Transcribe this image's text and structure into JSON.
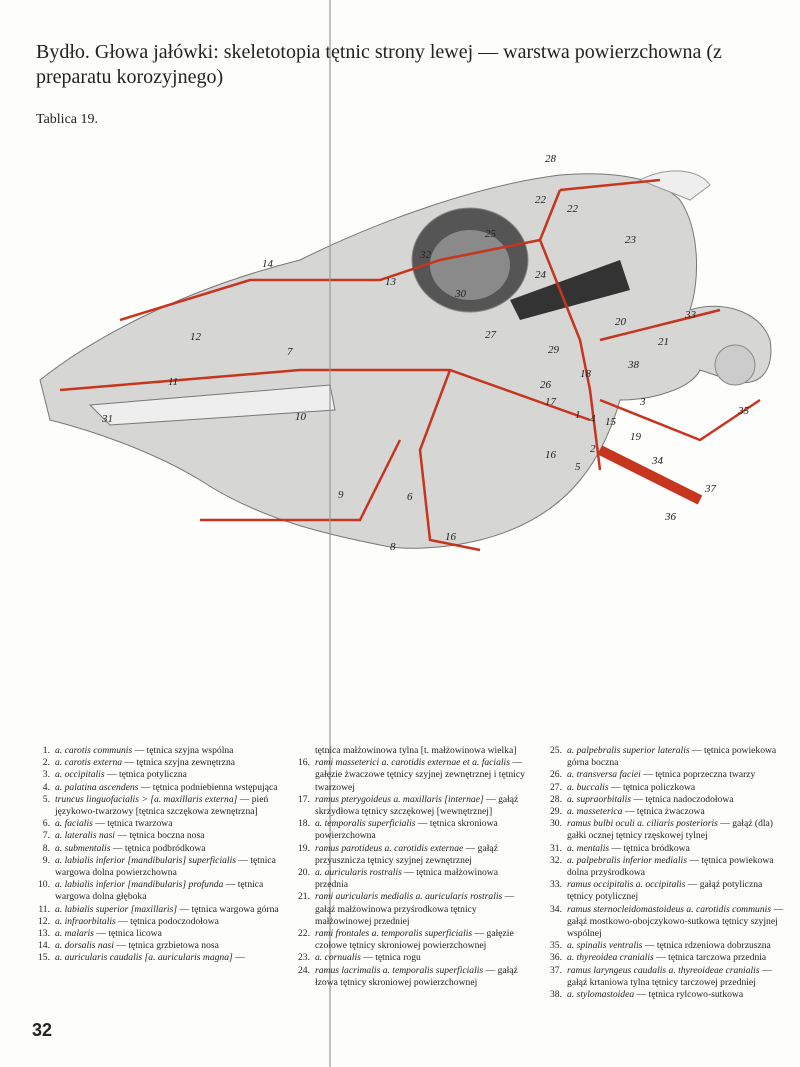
{
  "header": {
    "title": "Bydło. Głowa jałówki: skeletotopia tętnic strony lewej — warstwa powierzchowna (z preparatu korozyjnego)",
    "plate": "Tablica 19."
  },
  "illustration": {
    "labels": [
      "28",
      "22",
      "22",
      "23",
      "25",
      "32",
      "30",
      "13",
      "14",
      "24",
      "20",
      "33",
      "21",
      "12",
      "7",
      "27",
      "29",
      "38",
      "18",
      "11",
      "10",
      "31",
      "26",
      "17",
      "4",
      "3",
      "15",
      "1",
      "19",
      "16",
      "2",
      "5",
      "35",
      "34",
      "37",
      "36",
      "9",
      "6",
      "8",
      "16"
    ],
    "colors": {
      "bone": "#d6d6d4",
      "artery": "#c8351e"
    }
  },
  "legend": {
    "col1": [
      {
        "num": "1.",
        "latin": "a. carotis communis",
        "pl": " — tętnica szyjna wspólna"
      },
      {
        "num": "2.",
        "latin": "a. carotis externa",
        "pl": " — tętnica szyjna zewnętrzna"
      },
      {
        "num": "3.",
        "latin": "a. occipitalis",
        "pl": " — tętnica potyliczna"
      },
      {
        "num": "4.",
        "latin": "a. palatina ascendens",
        "pl": " — tętnica podniebienna wstępująca"
      },
      {
        "num": "5.",
        "latin": "truncus linguofacialis > [a. maxillaris externa]",
        "pl": " — pień językowo-twarzowy [tętnica szczękowa zewnętrzna]"
      },
      {
        "num": "6.",
        "latin": "a. facialis",
        "pl": " — tętnica twarzowa"
      },
      {
        "num": "7.",
        "latin": "a. lateralis nasi",
        "pl": " — tętnica boczna nosa"
      },
      {
        "num": "8.",
        "latin": "a. submentalis",
        "pl": " — tętnica podbródkowa"
      },
      {
        "num": "9.",
        "latin": "a. labialis inferior [mandibularis] superficialis",
        "pl": " — tętnica wargowa dolna powierzchowna"
      },
      {
        "num": "10.",
        "latin": "a. labialis inferior [mandibularis] profunda",
        "pl": " — tętnica wargowa dolna głęboka"
      },
      {
        "num": "11.",
        "latin": "a. labialis superior [maxillaris]",
        "pl": " — tętnica wargowa górna"
      },
      {
        "num": "12.",
        "latin": "a. infraorbitalis",
        "pl": " — tętnica podoczodołowa"
      },
      {
        "num": "13.",
        "latin": "a. malaris",
        "pl": " — tętnica licowa"
      },
      {
        "num": "14.",
        "latin": "a. dorsalis nasi",
        "pl": " — tętnica grzbietowa nosa"
      },
      {
        "num": "15.",
        "latin": "a. auricularis caudalis [a. auricularis magna]",
        "pl": " —"
      }
    ],
    "col2": [
      {
        "num": "",
        "latin": "",
        "pl": "tętnica małżowinowa tylna [t. małżowinowa wielka]"
      },
      {
        "num": "16.",
        "latin": "rami masseterici a. carotidis externae et a. facialis",
        "pl": " — gałęzie żwaczowe tętnicy szyjnej zewnętrznej i tętnicy twarzowej"
      },
      {
        "num": "17.",
        "latin": "ramus pterygoideus a. maxillaris [internae]",
        "pl": " — gałąź skrzydłowa tętnicy szczękowej [wewnętrznej]"
      },
      {
        "num": "18.",
        "latin": "a. temporalis superficialis",
        "pl": " — tętnica skroniowa powierzchowna"
      },
      {
        "num": "19.",
        "latin": "ramus parotideus a. carotidis externae",
        "pl": " — gałąź przyusznicza tętnicy szyjnej zewnętrznej"
      },
      {
        "num": "20.",
        "latin": "a. auricularis rostralis",
        "pl": " — tętnica małżowinowa przednia"
      },
      {
        "num": "21.",
        "latin": "rami auricularis medialis a. auricularis rostralis",
        "pl": " — gałąź małżowinowa przyśrodkowa tętnicy małżowinowej przedniej"
      },
      {
        "num": "22.",
        "latin": "rami frontales a. temporalis superficialis",
        "pl": " — gałęzie czołowe tętnicy skroniowej powierzchownej"
      },
      {
        "num": "23.",
        "latin": "a. cornualis",
        "pl": " — tętnica rogu"
      },
      {
        "num": "24.",
        "latin": "ramus lacrimalis a. temporalis superficialis",
        "pl": " — gałąź łzowa tętnicy skroniowej powierzchownej"
      }
    ],
    "col3": [
      {
        "num": "25.",
        "latin": "a. palpebralis superior lateralis",
        "pl": " — tętnica powiekowa górna boczna"
      },
      {
        "num": "26.",
        "latin": "a. transversa faciei",
        "pl": " — tętnica poprzeczna twarzy"
      },
      {
        "num": "27.",
        "latin": "a. buccalis",
        "pl": " — tętnica policzkowa"
      },
      {
        "num": "28.",
        "latin": "a. supraorbitalis",
        "pl": " — tętnica nadoczodołowa"
      },
      {
        "num": "29.",
        "latin": "a. masseterica",
        "pl": " — tętnica żwaczowa"
      },
      {
        "num": "30.",
        "latin": "ramus bulbi oculi a. ciliaris posterioris",
        "pl": " — gałąź (dla) gałki ocznej tętnicy rzęskowej tylnej"
      },
      {
        "num": "31.",
        "latin": "a. mentalis",
        "pl": " — tętnica bródkowa"
      },
      {
        "num": "32.",
        "latin": "a. palpebralis inferior medialis",
        "pl": " — tętnica powiekowa dolna przyśrodkowa"
      },
      {
        "num": "33.",
        "latin": "ramus occipitalis a. occipitalis",
        "pl": " — gałąź potyliczna tętnicy potylicznej"
      },
      {
        "num": "34.",
        "latin": "ramus sternocleidomastoideus a. carotidis communis",
        "pl": " — gałąź mostkowo-obojczykowo-sutkowa tętnicy szyjnej wspólnej"
      },
      {
        "num": "35.",
        "latin": "a. spinalis ventralis",
        "pl": " — tętnica rdzeniowa dobrzuszna"
      },
      {
        "num": "36.",
        "latin": "a. thyreoidea cranialis",
        "pl": " — tętnica tarczowa przednia"
      },
      {
        "num": "37.",
        "latin": "ramus laryngeus caudalis a. thyreoideae cranialis",
        "pl": " — gałąź krtaniowa tylna tętnicy tarczowej przedniej"
      },
      {
        "num": "38.",
        "latin": "a. stylomastoidea",
        "pl": " — tętnica rylcowo-sutkowa"
      }
    ]
  },
  "footer": {
    "page_number": "32"
  }
}
